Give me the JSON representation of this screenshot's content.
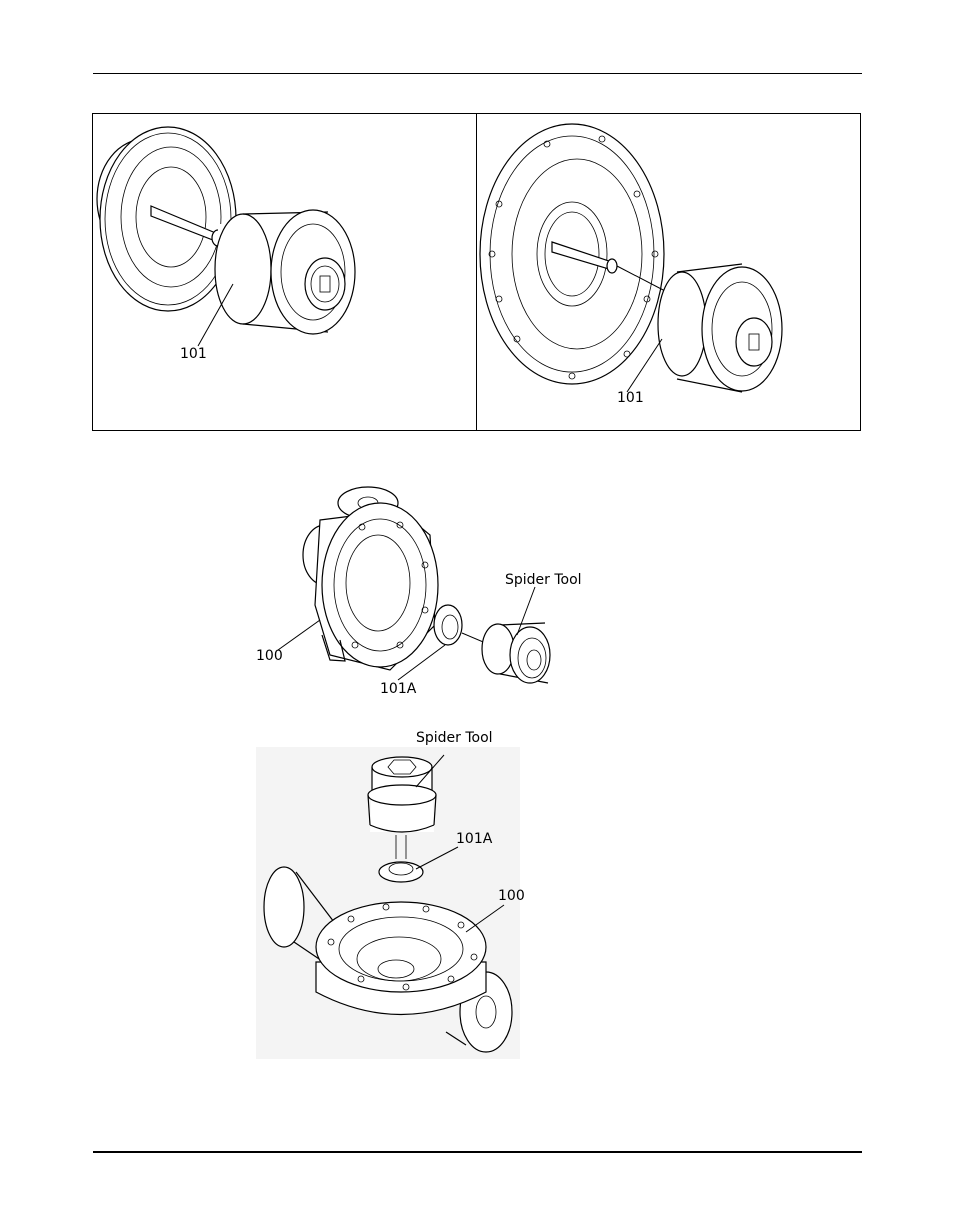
{
  "figures": {
    "top_left": {
      "label": "101"
    },
    "top_right": {
      "label": "101"
    },
    "middle": {
      "label_casing": "100",
      "label_spider": "101A",
      "label_tool": "Spider Tool"
    },
    "bottom": {
      "label_tool": "Spider Tool",
      "label_spider": "101A",
      "label_casing": "100"
    }
  }
}
